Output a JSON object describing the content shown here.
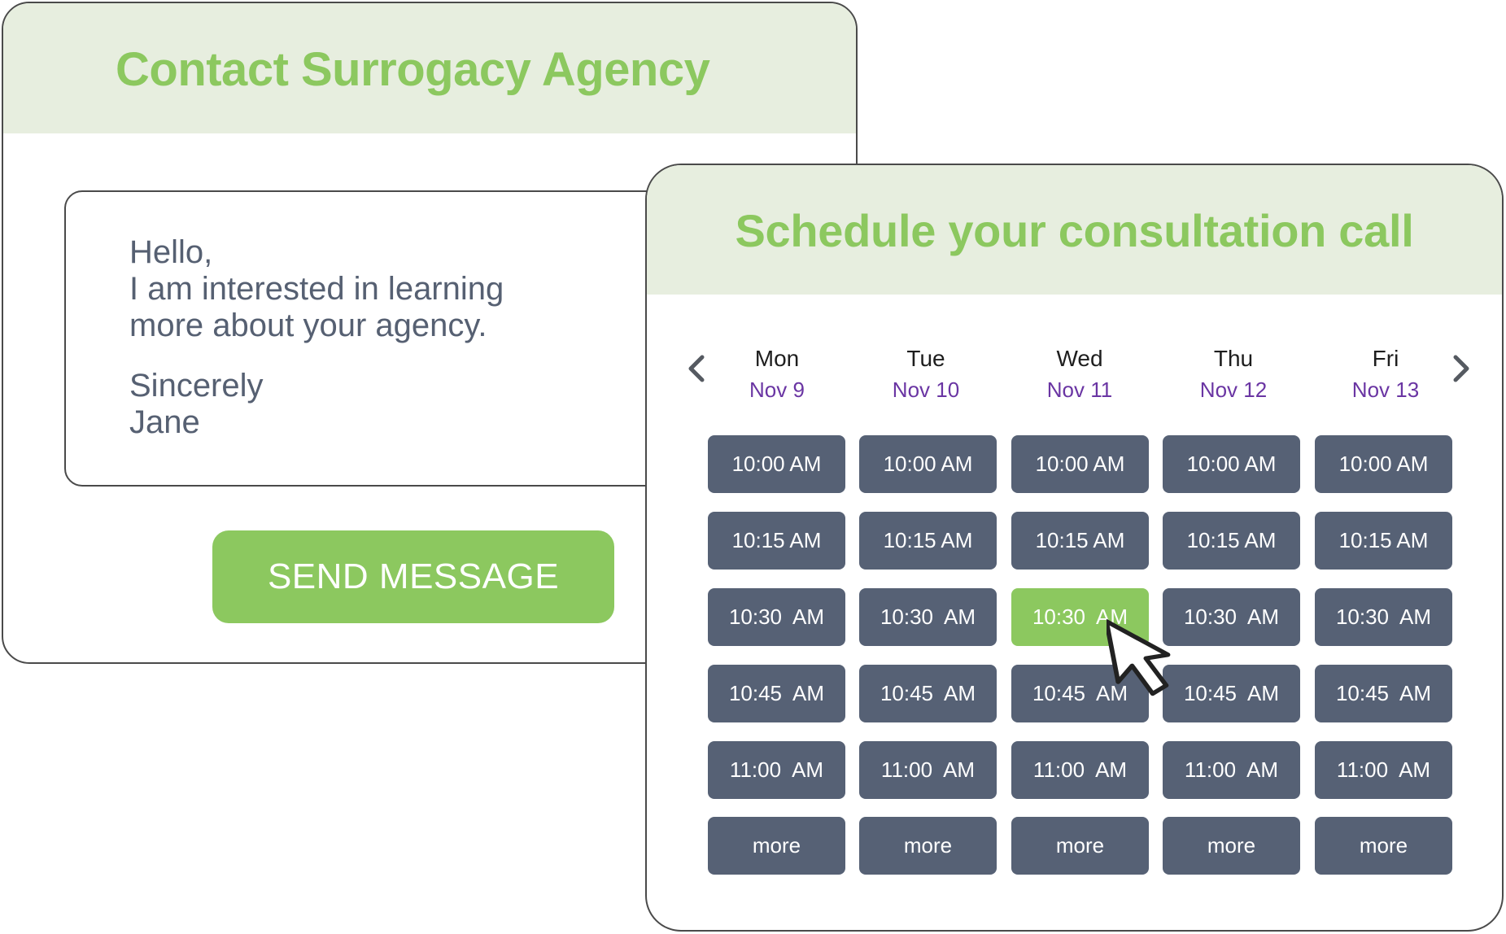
{
  "contact": {
    "title": "Contact Surrogacy Agency",
    "message": {
      "greeting": "Hello,",
      "line1": "I am interested in learning",
      "line2": "more about your agency.",
      "closing": "Sincerely",
      "signature": "Jane"
    },
    "send_label": "SEND MESSAGE"
  },
  "schedule": {
    "title": "Schedule your consultation call",
    "days": [
      {
        "name": "Mon",
        "date": "Nov 9"
      },
      {
        "name": "Tue",
        "date": "Nov 10"
      },
      {
        "name": "Wed",
        "date": "Nov 11"
      },
      {
        "name": "Thu",
        "date": "Nov 12"
      },
      {
        "name": "Fri",
        "date": "Nov 13"
      }
    ],
    "times": [
      "10:00 AM",
      "10:15 AM",
      "10:30  AM",
      "10:45  AM",
      "11:00  AM"
    ],
    "more_label": "more",
    "selected": {
      "day": "Wed",
      "time": "10:30  AM"
    },
    "colors": {
      "accent": "#8cc85f",
      "header_bg": "#e7eedf",
      "slot_bg": "#566175",
      "date_text": "#6a35a3"
    }
  },
  "icons": {
    "prev": "chevron-left-icon",
    "next": "chevron-right-icon",
    "cursor": "mouse-pointer-icon"
  }
}
